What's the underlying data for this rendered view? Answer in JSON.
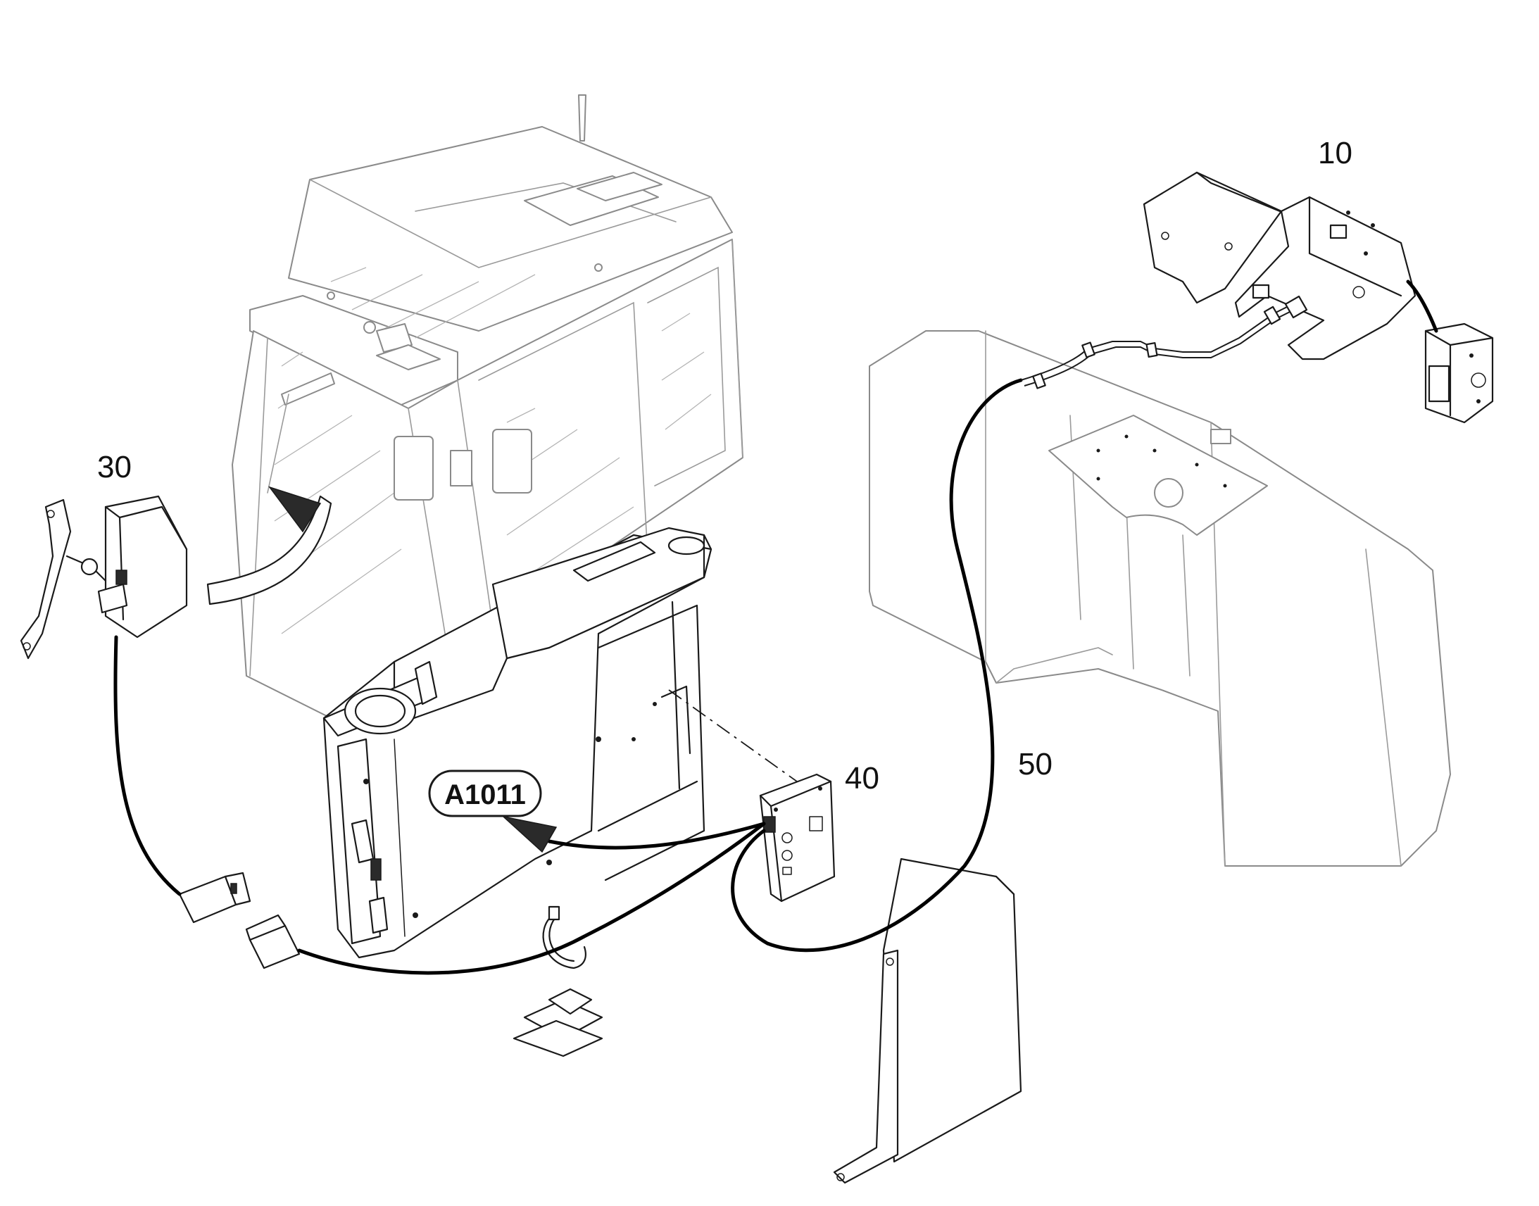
{
  "callouts": {
    "c10": "10",
    "c30": "30",
    "c40": "40",
    "c50": "50"
  },
  "badge": {
    "label": "A1011"
  },
  "colors": {
    "line": "#1a1a1a",
    "faint": "#8a8a8a",
    "background": "#ffffff"
  }
}
